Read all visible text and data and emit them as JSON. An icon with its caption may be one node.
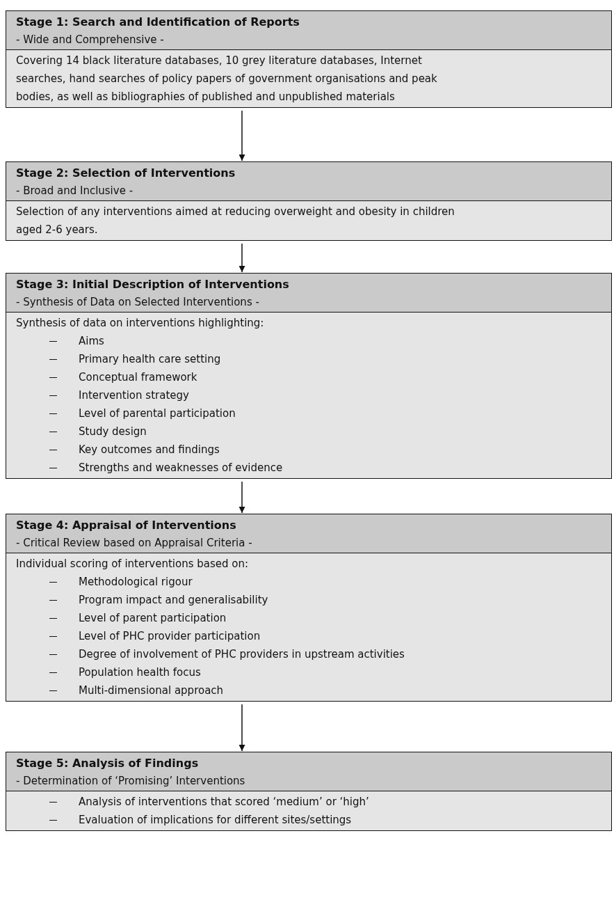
{
  "diagram": {
    "nodes": [
      {
        "text": [
          "Stage 1: Search and Identification of Reports",
          "- Wide and Comprehensive -",
          "Covering 14 black literature databases, 10 grey literature databases, Internet searches, hand searches of policy papers of government organisations and peak bodies, as well as bibliographies of published and unpublished materials"
        ]
      },
      {
        "text": [
          "Stage 2: Selection of Interventions",
          "- Broad and Inclusive -",
          "Selection of any interventions aimed at reducing overweight and obesity in children aged 2-6 years."
        ]
      },
      {
        "text": [
          "Stage 3: Initial Description of Interventions",
          "- Synthesis of Data on Selected Interventions -",
          "Synthesis of data on interventions highlighting:",
          "Aims",
          "Primary health care setting",
          "Conceptual framework",
          "Intervention strategy",
          "Level of parental participation",
          "Study design",
          "Key outcomes and findings",
          "Strengths and weaknesses of evidence"
        ]
      },
      {
        "text": [
          "Stage 4: Appraisal of Interventions",
          "- Critical Review based on Appraisal Criteria -",
          "Individual scoring of interventions based on:",
          "Methodological rigour",
          "Program impact and generalisability",
          "Level of parent participation",
          "Level of PHC provider participation",
          "Degree of involvement of PHC providers in upstream activities",
          "Population health focus",
          "Multi-dimensional approach"
        ]
      },
      {
        "text": [
          "Stage 5: Analysis of Findings",
          "- Determination of ‘Promising’ Interventions",
          "Analysis of interventions that scored ‘medium’ or ‘high’",
          "Evaluation of implications for different sites/settings"
        ]
      }
    ],
    "edges": [
      {
        "from": 0,
        "to": 1,
        "arrow": "to"
      },
      {
        "from": 1,
        "to": 2,
        "arrow": "to"
      },
      {
        "from": 2,
        "to": 3,
        "arrow": "to"
      },
      {
        "from": 3,
        "to": 4,
        "arrow": "to"
      }
    ]
  }
}
